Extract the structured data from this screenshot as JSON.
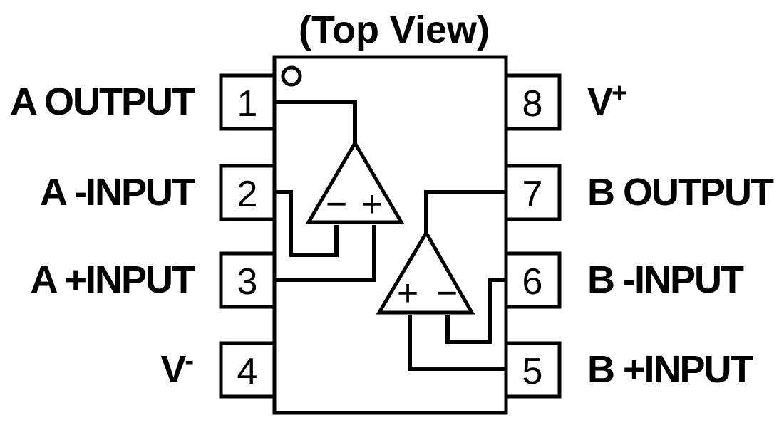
{
  "title": "(Top View)",
  "colors": {
    "line": "#000000",
    "background": "#ffffff"
  },
  "pins": {
    "left": [
      {
        "number": "1",
        "label": "A OUTPUT"
      },
      {
        "number": "2",
        "label": "A -INPUT"
      },
      {
        "number": "3",
        "label": "A +INPUT"
      },
      {
        "number": "4",
        "label": "V",
        "sup": "-"
      }
    ],
    "right": [
      {
        "number": "8",
        "label": "V",
        "sup": "+"
      },
      {
        "number": "7",
        "label": "B OUTPUT"
      },
      {
        "number": "6",
        "label": "B -INPUT"
      },
      {
        "number": "5",
        "label": "B +INPUT"
      }
    ]
  },
  "opamps": {
    "a": {
      "left_sign": "−",
      "right_sign": "+"
    },
    "b": {
      "left_sign": "+",
      "right_sign": "−"
    }
  }
}
